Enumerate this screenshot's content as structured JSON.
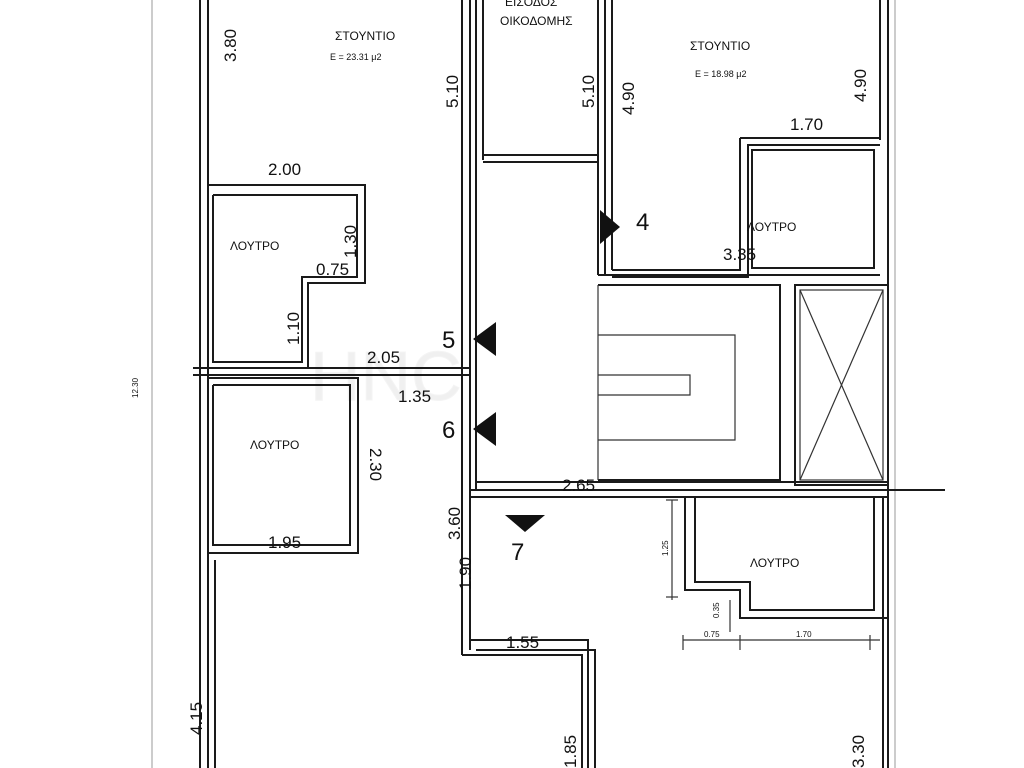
{
  "rooms": {
    "studio_left": "ΣΤΟΥΝΤΙΟ",
    "studio_left_area": "Ε = 23.31 μ2",
    "entrance_line1": "ΕΙΣΟΔΟΣ",
    "entrance_line2": "ΟΙΚΟΔΟΜΗΣ",
    "studio_right": "ΣΤΟΥΝΤΙΟ",
    "studio_right_area": "Ε = 18.98 μ2",
    "bath_1": "ΛΟΥΤΡΟ",
    "bath_2": "ΛΟΥΤΡΟ",
    "bath_3": "ΛΟΥΤΡΟ",
    "bath_4": "ΛΟΥΤΡΟ"
  },
  "dimensions": {
    "d_380": "3.80",
    "d_510_a": "5.10",
    "d_510_b": "5.10",
    "d_490_a": "4.90",
    "d_490_b": "4.90",
    "d_170_top": "1.70",
    "d_200": "2.00",
    "d_130": "1.30",
    "d_075": "0.75",
    "d_110": "1.10",
    "d_335": "3.35",
    "d_205": "2.05",
    "d_135": "1.35",
    "d_230": "2.30",
    "d_195": "1.95",
    "d_265": "2.65",
    "d_360": "3.60",
    "d_190": "1.90",
    "d_155": "1.55",
    "d_415": "4.15",
    "d_185": "1.85",
    "d_330": "3.30",
    "d_1230_small": "12.30",
    "d_125_small": "1.25",
    "d_035_small": "0.35",
    "d_075_small": "0.75",
    "d_170_small": "1.70"
  },
  "section_marks": {
    "m4": "4",
    "m5": "5",
    "m6": "6",
    "m7": "7"
  },
  "watermark": "HNC"
}
